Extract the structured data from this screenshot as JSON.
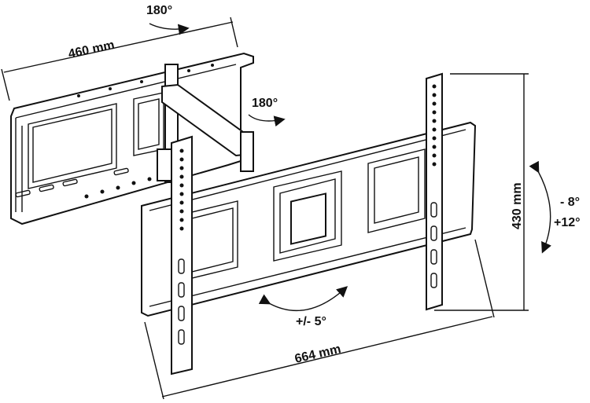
{
  "dimensions": {
    "wall_plate_width": "460 mm",
    "tv_plate_width": "664 mm",
    "tv_plate_height": "430 mm"
  },
  "rotations": {
    "top_swivel": "180°",
    "arm_swivel": "180°",
    "level": "+/- 5°",
    "tilt_down": "- 8°",
    "tilt_up": "+12°"
  },
  "colors": {
    "line": "#111111",
    "background": "#ffffff"
  }
}
